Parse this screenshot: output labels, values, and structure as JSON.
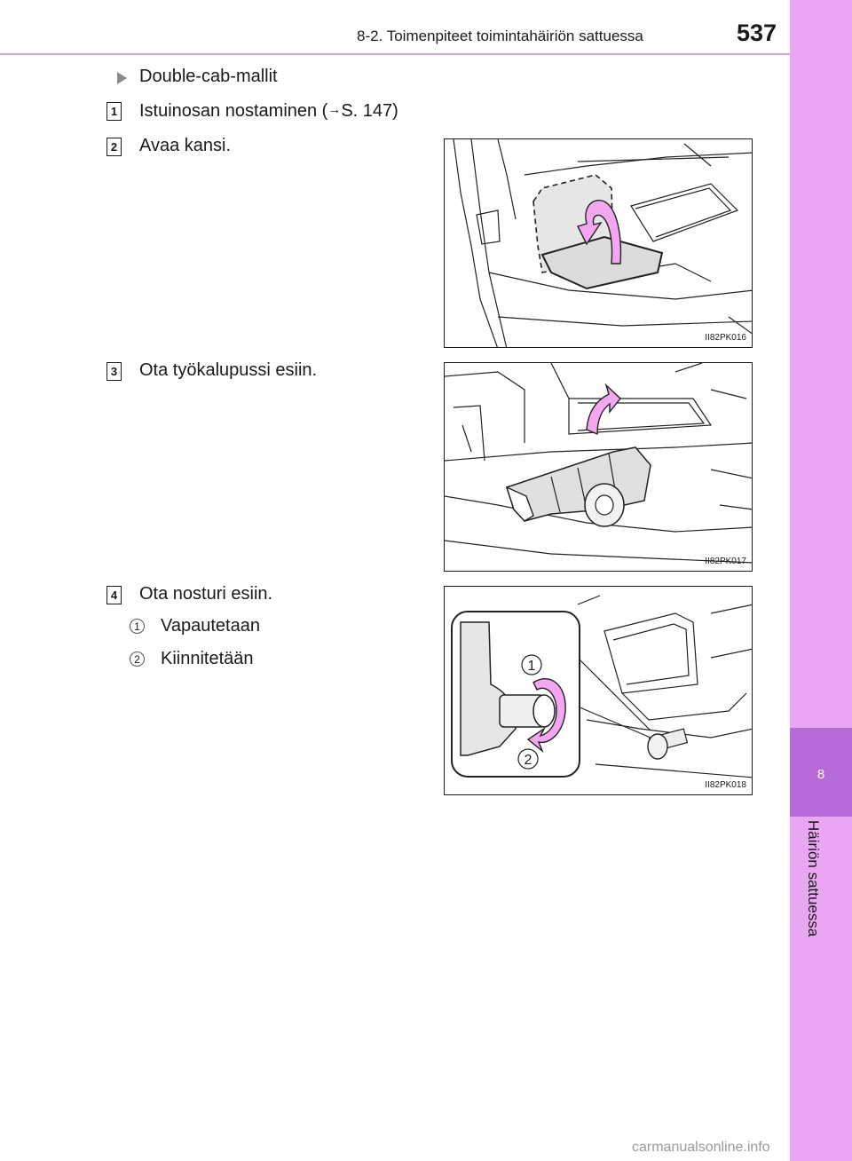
{
  "header": {
    "section_title": "8-2. Toimenpiteet toimintahäiriön sattuessa",
    "page_number": "537"
  },
  "sidebar": {
    "chapter_number": "8",
    "chapter_title": "Häiriön sattuessa"
  },
  "content": {
    "model_heading": "Double-cab-mallit",
    "steps": [
      {
        "num": "1",
        "text_before": "Istuinosan nostaminen (",
        "arrow": "→",
        "text_after": "S. 147)"
      },
      {
        "num": "2",
        "text": "Avaa kansi."
      },
      {
        "num": "3",
        "text": "Ota työkalupussi esiin."
      },
      {
        "num": "4",
        "text": "Ota nosturi esiin."
      }
    ],
    "substeps": [
      {
        "num": "1",
        "text": "Vapautetaan"
      },
      {
        "num": "2",
        "text": "Kiinnitetään"
      }
    ]
  },
  "figures": [
    {
      "code": "II82PK016"
    },
    {
      "code": "II82PK017"
    },
    {
      "code": "II82PK018",
      "callout_1": "1",
      "callout_2": "2"
    }
  ],
  "colors": {
    "sidebar": "#e9a6f2",
    "chapter_box": "#b56ad8",
    "arrow_pink": "#f4a6f0"
  },
  "watermark": "carmanualsonline.info"
}
